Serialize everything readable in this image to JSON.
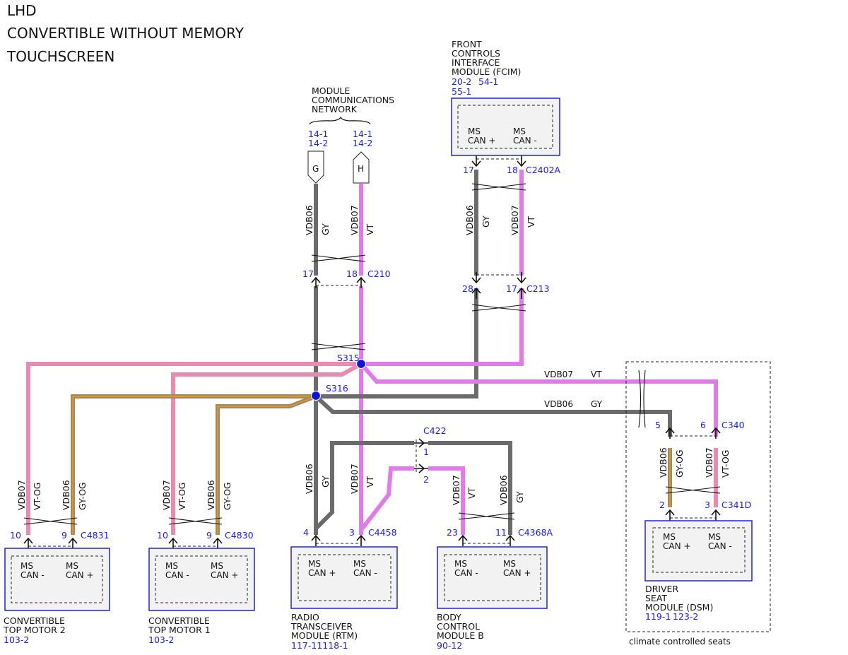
{
  "header": {
    "line1": "LHD",
    "line2": "CONVERTIBLE WITHOUT MEMORY",
    "line3": "TOUCHSCREEN"
  },
  "network": {
    "label_l1": "MODULE",
    "label_l2": "COMMUNICATIONS",
    "label_l3": "NETWORK",
    "ref_g1": "14-1",
    "ref_g2": "14-2",
    "ref_h1": "14-1",
    "ref_h2": "14-2",
    "conn_g": "G",
    "conn_h": "H"
  },
  "wires": {
    "vdb06": "VDB06",
    "vdb07": "VDB07",
    "gy": "GY",
    "vt": "VT",
    "gy_og": "GY-OG",
    "vt_og": "VT-OG"
  },
  "fcim": {
    "l1": "FRONT",
    "l2": "CONTROLS",
    "l3": "INTERFACE",
    "l4": "MODULE (FCIM)",
    "ref1": "20-2",
    "ref2": "54-1",
    "ref3": "55-1",
    "pin_a_l1": "MS",
    "pin_a_l2": "CAN +",
    "pin_b_l1": "MS",
    "pin_b_l2": "CAN -",
    "pin_a": "17",
    "pin_b": "18",
    "connector": "C2402A"
  },
  "c210": {
    "pin_a": "17",
    "pin_b": "18",
    "connector": "C210"
  },
  "c213": {
    "pin_a": "28",
    "pin_b": "17",
    "connector": "C213"
  },
  "splices": {
    "s315": "S315",
    "s316": "S316"
  },
  "c422": {
    "connector": "C422",
    "pin1": "1",
    "pin2": "2"
  },
  "dsm_c340": {
    "pin_a": "5",
    "pin_b": "6",
    "connector": "C340"
  },
  "dsm_c341d": {
    "pin_a": "2",
    "pin_b": "3",
    "connector": "C341D"
  },
  "dsm": {
    "l1": "DRIVER",
    "l2": "SEAT",
    "l3": "MODULE (DSM)",
    "ref1": "119-1",
    "ref2": "123-2",
    "pin_a_l1": "MS",
    "pin_a_l2": "CAN +",
    "pin_b_l1": "MS",
    "pin_b_l2": "CAN -",
    "note": "climate controlled seats"
  },
  "ctm2": {
    "l1": "CONVERTIBLE",
    "l2": "TOP MOTOR 2",
    "ref": "103-2",
    "pin_a": "10",
    "pin_b": "9",
    "connector": "C4831",
    "pin_a_l1": "MS",
    "pin_a_l2": "CAN -",
    "pin_b_l1": "MS",
    "pin_b_l2": "CAN +"
  },
  "ctm1": {
    "l1": "CONVERTIBLE",
    "l2": "TOP MOTOR 1",
    "ref": "103-2",
    "pin_a": "10",
    "pin_b": "9",
    "connector": "C4830",
    "pin_a_l1": "MS",
    "pin_a_l2": "CAN -",
    "pin_b_l1": "MS",
    "pin_b_l2": "CAN +"
  },
  "rtm": {
    "l1": "RADIO",
    "l2": "TRANSCEIVER",
    "l3": "MODULE (RTM)",
    "ref": "117-11118-1",
    "pin_a": "4",
    "pin_b": "3",
    "connector": "C4458",
    "pin_a_l1": "MS",
    "pin_a_l2": "CAN +",
    "pin_b_l1": "MS",
    "pin_b_l2": "CAN -"
  },
  "bcm": {
    "l1": "BODY",
    "l2": "CONTROL",
    "l3": "MODULE B",
    "ref": "90-12",
    "pin_a": "23",
    "pin_b": "11",
    "connector": "C4368A",
    "pin_a_l1": "MS",
    "pin_a_l2": "CAN -",
    "pin_b_l1": "MS",
    "pin_b_l2": "CAN +"
  },
  "colors": {
    "gray": "#6b6b6b",
    "violet": "#e27ae9",
    "pink": "#ea8ab3",
    "tan": "#a48856",
    "orange": "#f0a030",
    "module_border": "#2323d6",
    "module_fill": "#f2f2f2",
    "splice": "#1212d8",
    "ref_text": "#1a1aff"
  }
}
